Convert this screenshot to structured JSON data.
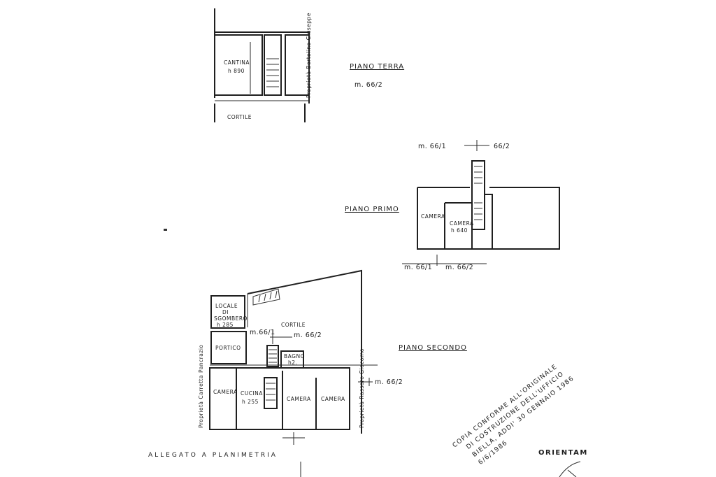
{
  "ground_floor": {
    "title": "PIANO TERRA",
    "parcel": "m. 66/2",
    "cellar_label": "CANTINA",
    "cellar_height": "h 890",
    "neighbor_label": "Proprietà Bertolino Giuseppe",
    "courtyard_label": "CORTILE"
  },
  "first_floor": {
    "title": "PIANO PRIMO",
    "parcel_top_left": "m. 66/1",
    "parcel_top_right": "66/2",
    "room1_label": "CAMERA",
    "room2_label": "CAMERA",
    "room2_height": "h 640",
    "parcel_bottom_left": "m. 66/1",
    "parcel_bottom_right": "m. 66/2"
  },
  "second_floor": {
    "title": "PIANO SECONDO",
    "storage_label_1": "LOCALE",
    "storage_label_2": "DI",
    "storage_label_3": "SGOMBERO",
    "storage_height": "h 285",
    "courtyard_label": "CORTILE",
    "parcel_a": "m.66/1",
    "parcel_b": "m. 66/2",
    "porch_label": "PORTICO",
    "bath_label": "BAGNO",
    "bath_height": "h2.",
    "left_neighbor": "Proprietà Carretta Pancrazio",
    "room_a": "CAMERA",
    "kitchen_label": "CUCINA",
    "kitchen_height": "h 255",
    "room_b": "CAMERA",
    "room_c": "CAMERA",
    "right_neighbor": "Proprietà Rassaro Giacomo",
    "parcel_right": "m. 66/2"
  },
  "stamp": {
    "line1": "COPIA CONFORME ALL'ORIGINALE",
    "line2": "DI COSTRUZIONE DELL'UFFICIO",
    "line3": "BIELLA, ADDI' 30 GENNAIO 1986",
    "line4": "6/6/1986"
  },
  "orientation_label": "ORIENTAM",
  "faded_footer": "ALLEGATO A PLANIMETRIA"
}
